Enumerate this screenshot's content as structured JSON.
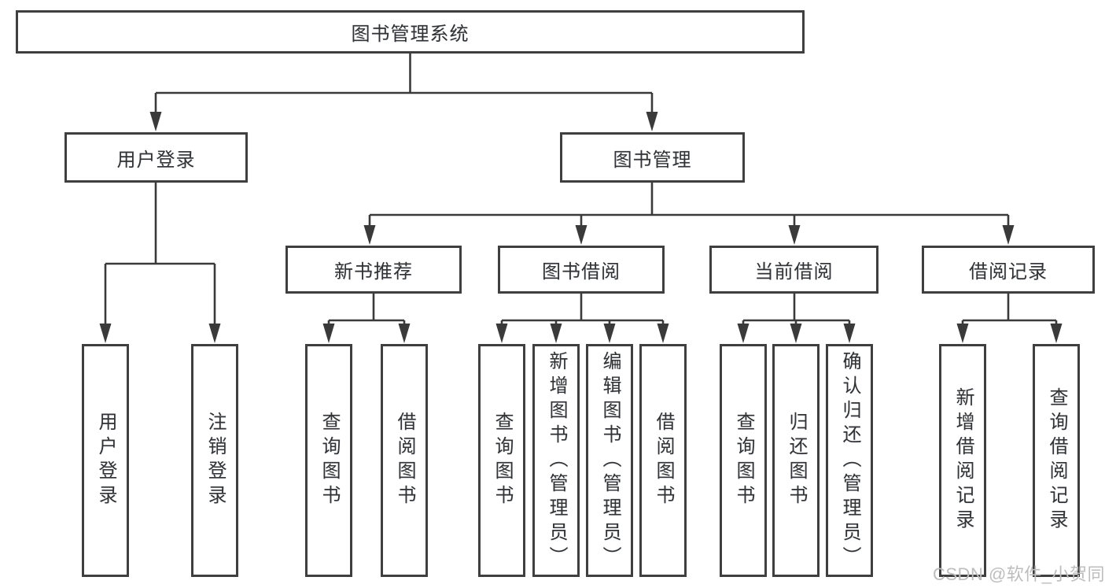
{
  "diagram": {
    "root": {
      "label": "图书管理系统"
    },
    "level2": {
      "user_login": {
        "label": "用户登录"
      },
      "book_management": {
        "label": "图书管理"
      }
    },
    "level3": {
      "new_book_recommend": {
        "label": "新书推荐"
      },
      "book_borrow": {
        "label": "图书借阅"
      },
      "current_borrow": {
        "label": "当前借阅"
      },
      "borrow_records": {
        "label": "借阅记录"
      }
    },
    "leaves": {
      "user_login_group": [
        "用户登录",
        "注销登录"
      ],
      "new_book_group": [
        "查询图书",
        "借阅图书"
      ],
      "book_borrow_group": [
        "查询图书",
        "新增图书（管理员）",
        "编辑图书（管理员）",
        "借阅图书"
      ],
      "current_borrow_group": [
        "查询图书",
        "归还图书",
        "确认归还（管理员）"
      ],
      "records_group": [
        "新增借阅记录",
        "查询借阅记录"
      ]
    }
  },
  "watermark": "CSDN @软件_小贺同学",
  "colors": {
    "line": "#3a3a3a",
    "border": "#3f3f3f",
    "text": "#333333",
    "background": "#ffffff",
    "watermark": "#bdbdbd"
  }
}
